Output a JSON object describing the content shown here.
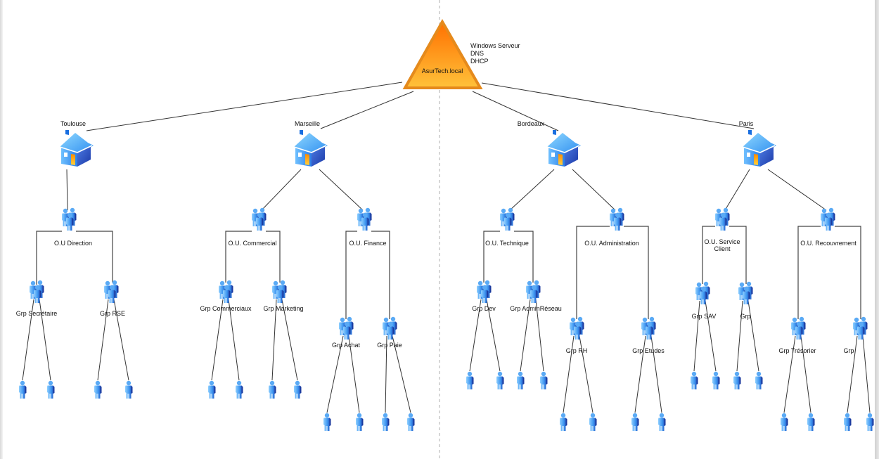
{
  "diagram": {
    "root": {
      "label": "AsurTech.local",
      "notes": [
        "Windows Serveur",
        "DNS",
        "DHCP"
      ],
      "colors": {
        "fill_top": "#ff7a00",
        "fill_bottom": "#ffc030",
        "stroke": "#e07a10"
      }
    },
    "sites": [
      {
        "label": "Toulouse",
        "ous": [
          {
            "label": "O.U Direction",
            "groups": [
              {
                "label": "Grp Secrétaire",
                "users": 2
              },
              {
                "label": "Grp RSE",
                "users": 2
              }
            ]
          }
        ]
      },
      {
        "label": "Marseille",
        "ous": [
          {
            "label": "O.U. Commercial",
            "groups": [
              {
                "label": "Grp Commerciaux",
                "users": 2
              },
              {
                "label": "Grp Marketing",
                "users": 2
              }
            ]
          },
          {
            "label": "O.U. Finance",
            "groups": [
              {
                "label": "Grp Achat",
                "users": 2
              },
              {
                "label": "Grp Paie",
                "users": 2
              }
            ]
          }
        ]
      },
      {
        "label": "Bordeaux",
        "ous": [
          {
            "label": "O.U. Technique",
            "groups": [
              {
                "label": "Grp Dev",
                "users": 2
              },
              {
                "label": "Grp AdminRéseau",
                "users": 2
              }
            ]
          },
          {
            "label": "O.U. Administration",
            "groups": [
              {
                "label": "Grp RH",
                "users": 2
              },
              {
                "label": "Grp Etudes",
                "users": 2
              }
            ]
          }
        ]
      },
      {
        "label": "Paris",
        "ous": [
          {
            "label": "O.U. Service Client",
            "label_lines": [
              "O.U. Service",
              "Client"
            ],
            "groups": [
              {
                "label": "Grp SAV",
                "users": 2
              },
              {
                "label": "Grp",
                "users": 2
              }
            ]
          },
          {
            "label": "O.U. Recouvrement",
            "groups": [
              {
                "label": "Grp Trésorier",
                "users": 2
              },
              {
                "label": "Grp",
                "users": 2
              }
            ]
          }
        ]
      }
    ],
    "icons": {
      "root": "server-triangle-icon",
      "site": "house-icon",
      "ou": "user-group-icon",
      "group": "user-group-icon",
      "user": "user-icon"
    }
  }
}
